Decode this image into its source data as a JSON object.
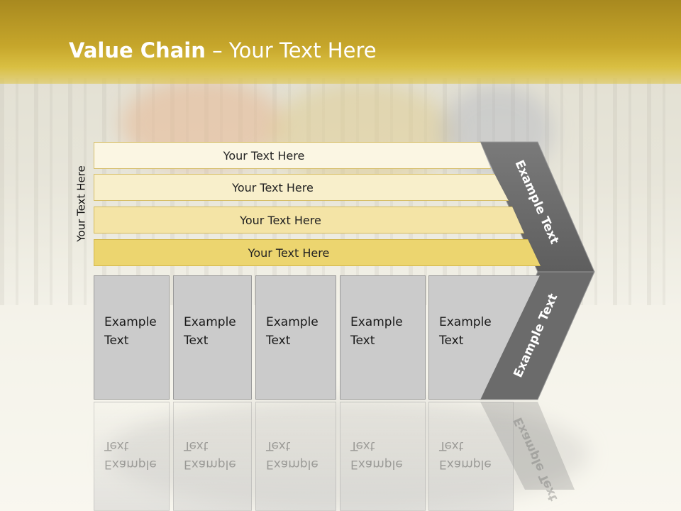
{
  "title": {
    "bold": "Value Chain",
    "rest": " – Your Text Here"
  },
  "vertical_label": "Your Text Here",
  "bars": [
    {
      "label": "Your Text Here",
      "color": "#fbf6e3"
    },
    {
      "label": "Your Text Here",
      "color": "#f8efcb"
    },
    {
      "label": "Your Text Here",
      "color": "#f4e4a6"
    },
    {
      "label": "Your Text Here",
      "color": "#ecd56f"
    }
  ],
  "boxes": [
    {
      "line1": "Example",
      "line2": "Text"
    },
    {
      "line1": "Example",
      "line2": "Text"
    },
    {
      "line1": "Example",
      "line2": "Text"
    },
    {
      "line1": "Example",
      "line2": "Text"
    },
    {
      "line1": "Example",
      "line2": "Text"
    }
  ],
  "arrow_labels": {
    "upper": "Example Text",
    "lower": "Example Text"
  },
  "colors": {
    "header": "#c6a62b",
    "arrow": "#6d6d6d",
    "box": "#cbcbcb"
  }
}
